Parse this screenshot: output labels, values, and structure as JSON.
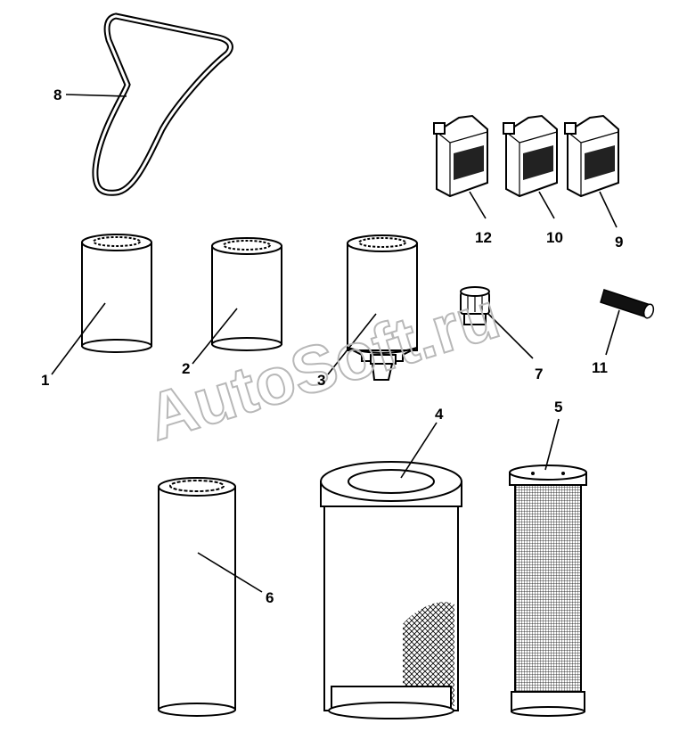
{
  "watermark": "AutoSoft.ru",
  "callouts": {
    "c1": "1",
    "c2": "2",
    "c3": "3",
    "c4": "4",
    "c5": "5",
    "c6": "6",
    "c7": "7",
    "c8": "8",
    "c9": "9",
    "c10": "10",
    "c11": "11",
    "c12": "12"
  },
  "icons": {
    "belt": "serpentine-belt-icon",
    "filters": "spin-on-filter-icon",
    "air": "air-filter-element-icon",
    "bottles": "oil-canister-icon",
    "cap": "breather-cap-icon",
    "pin": "cylindrical-pin-icon"
  }
}
